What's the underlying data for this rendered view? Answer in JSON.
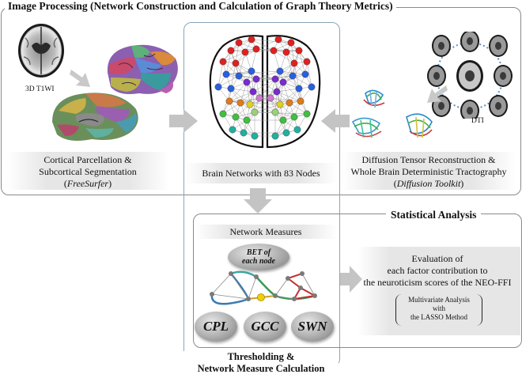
{
  "header": {
    "image_processing_title": "Image Processing (Network Construction and Calculation of Graph Theory Metrics)"
  },
  "left_panel": {
    "t1_label": "3D T1WI",
    "caption_line1": "Cortical Parcellation &",
    "caption_line2": "Subcortical Segmentation",
    "caption_tool": "FreeSurfer"
  },
  "center_panel": {
    "caption": "Brain Networks with 83 Nodes",
    "network_measures_label": "Network Measures",
    "bet_line1": "BET of",
    "bet_line2": "each node",
    "cpl": "CPL",
    "gcc": "GCC",
    "swn": "SWN",
    "threshold_line1": "Thresholding &",
    "threshold_line2": "Network Measure Calculation"
  },
  "right_panel": {
    "dti_label": "DTI",
    "caption_line1": "Diffusion Tensor Reconstruction &",
    "caption_line2": "Whole Brain Deterministic Tractography",
    "caption_tool": "Diffusion Toolkit"
  },
  "stats": {
    "title": "Statistical Analysis",
    "eval_line1": "Evaluation of",
    "eval_line2": "each factor contribution to",
    "eval_line3": "the neuroticism scores of the NEO-FFI",
    "mva_line1": "Multivariate Analysis",
    "mva_line2": "with",
    "mva_line3": "the LASSO Method"
  },
  "colors": {
    "arrow_gray": "#c4c4c4",
    "frame_gray": "#8a8a8a",
    "dti_dots": "#5b8fc4",
    "brain_outline": "#111111"
  }
}
